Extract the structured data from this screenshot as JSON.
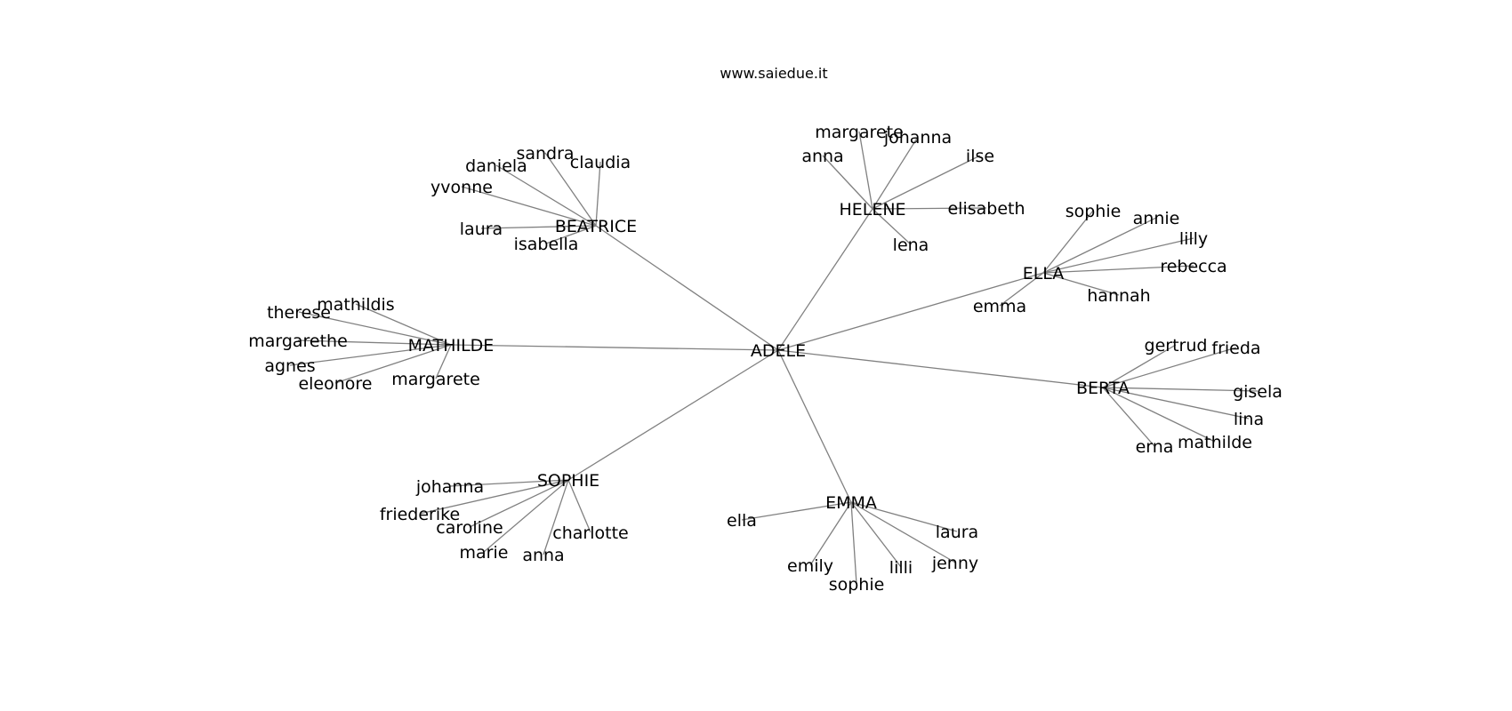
{
  "title": "www.saiedue.it",
  "graph": {
    "edge_color": "#808080",
    "label_color": "#000000",
    "root": "ADELE",
    "children": [
      {
        "name": "BEATRICE",
        "leaves": [
          "sandra",
          "claudia",
          "daniela",
          "yvonne",
          "laura",
          "isabella"
        ]
      },
      {
        "name": "HELENE",
        "leaves": [
          "margarete",
          "johanna",
          "anna",
          "ilse",
          "elisabeth",
          "lena"
        ]
      },
      {
        "name": "ELLA",
        "leaves": [
          "sophie",
          "annie",
          "lilly",
          "rebecca",
          "hannah",
          "emma"
        ]
      },
      {
        "name": "MATHILDE",
        "leaves": [
          "mathildis",
          "therese",
          "margarethe",
          "agnes",
          "eleonore",
          "margarete"
        ]
      },
      {
        "name": "BERTA",
        "leaves": [
          "gertrud",
          "frieda",
          "gisela",
          "lina",
          "mathilde",
          "erna"
        ]
      },
      {
        "name": "SOPHIE",
        "leaves": [
          "johanna",
          "friederike",
          "caroline",
          "charlotte",
          "marie",
          "anna"
        ]
      },
      {
        "name": "EMMA",
        "leaves": [
          "ella",
          "laura",
          "jenny",
          "emily",
          "lilli",
          "sophie"
        ]
      }
    ]
  }
}
